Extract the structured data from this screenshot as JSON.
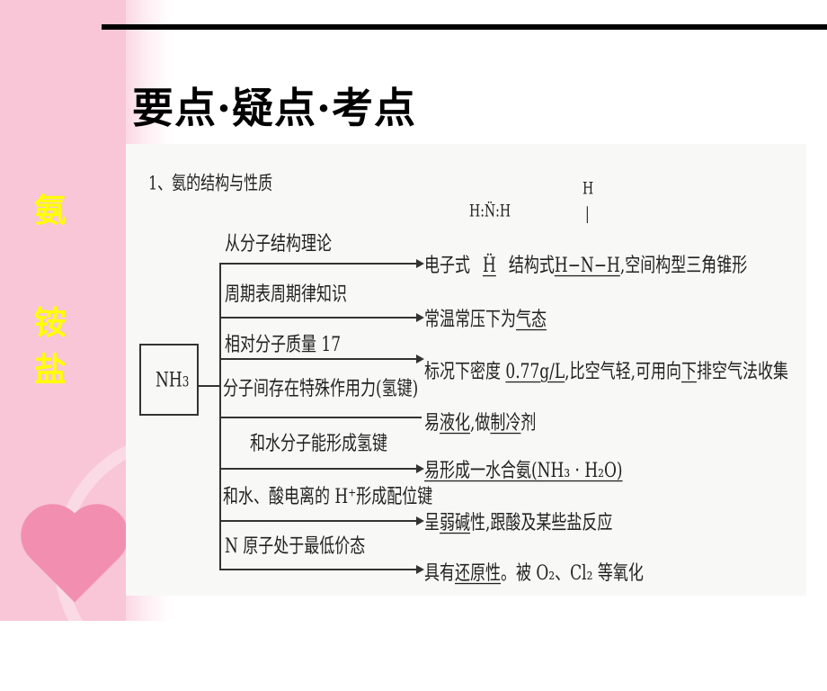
{
  "slide": {
    "title": "要点·疑点·考点",
    "side_labels": [
      "氨",
      "铵",
      "盐"
    ],
    "colors": {
      "side_bg": "#f8c6d6",
      "side_text": "#ffff00",
      "title": "#000000"
    }
  },
  "diagram": {
    "heading": "1、氨的结构与性质",
    "center": {
      "main": "NH",
      "sub": "3"
    },
    "left_labels": [
      "从分子结构理论",
      "周期表周期律知识",
      "相对分子质量 17",
      "分子间存在特殊作用力(氢键)",
      "和水分子能形成氢键",
      "和水、酸电离的 H⁺形成配位键",
      "N 原子处于最低价态"
    ],
    "electron_formula": {
      "top": "H:N̈:H",
      "bottom": "Ḧ"
    },
    "structural_formula": {
      "top": "H",
      "bond": "|",
      "main": "H−N−H"
    },
    "rows": [
      [
        {
          "t": "电子式"
        },
        {
          "t": "Ḧ",
          "u": true
        },
        {
          "t": "结构式"
        },
        {
          "t": "H−N−H",
          "u": true
        },
        {
          "t": ",空间构型三角锥形"
        }
      ],
      [
        {
          "t": "常温常压下为"
        },
        {
          "t": "气态",
          "u": true
        }
      ],
      [
        {
          "t": "标况下密度 "
        },
        {
          "t": "0.77g/L",
          "u": true
        },
        {
          "t": ",比空气轻,可用向"
        },
        {
          "t": "下",
          "u": true
        },
        {
          "t": "排空气法收集"
        }
      ],
      [
        {
          "t": "易"
        },
        {
          "t": "液化",
          "u": true
        },
        {
          "t": ",做"
        },
        {
          "t": "制冷",
          "u": true
        },
        {
          "t": "剂"
        }
      ],
      [
        {
          "t": "易形成一水合氨(NH₃ · H₂O)",
          "u": true
        }
      ],
      [
        {
          "t": "呈"
        },
        {
          "t": "弱碱",
          "u": true
        },
        {
          "t": "性,跟酸及某些盐反应"
        }
      ],
      [
        {
          "t": "具有"
        },
        {
          "t": "还原性",
          "u": true
        },
        {
          "t": "。被 O₂、Cl₂ 等氧化"
        }
      ]
    ]
  }
}
